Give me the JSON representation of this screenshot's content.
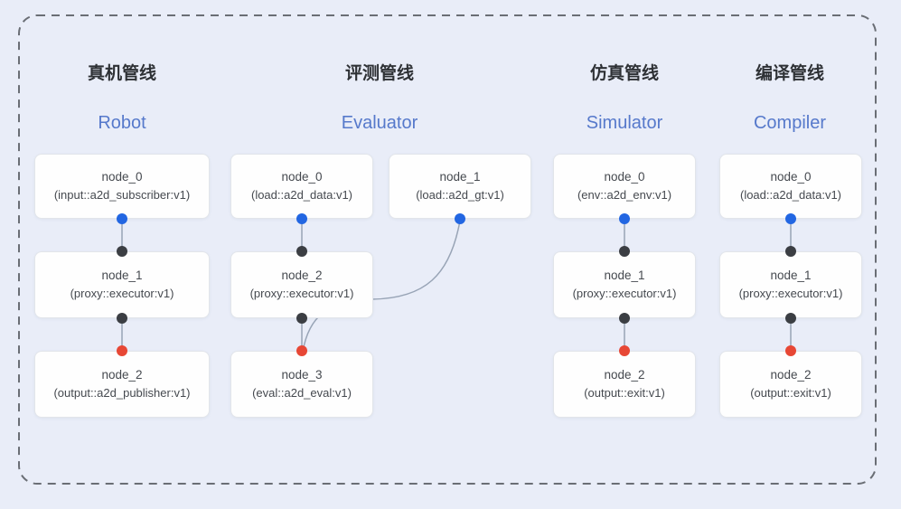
{
  "colors": {
    "canvas_bg": "#e9edf8",
    "dash": "#6a6e75",
    "node_bg": "#fefefe",
    "node_border": "#e2e5ea",
    "node_text": "#45494f",
    "edge": "#98a4b6",
    "blue_dot": "#2266e2",
    "dark_dot": "#3b3e43",
    "red_dot": "#e74735",
    "title_zh": "#2e3135",
    "title_en": "#5679cb"
  },
  "pipelines": [
    {
      "id": "robot",
      "title_zh": "真机管线",
      "title_en": "Robot",
      "nodes": [
        {
          "title": "node_0",
          "subtitle": "(input::a2d_subscriber:v1)"
        },
        {
          "title": "node_1",
          "subtitle": "(proxy::executor:v1)"
        },
        {
          "title": "node_2",
          "subtitle": "(output::a2d_publisher:v1)"
        }
      ]
    },
    {
      "id": "evaluator",
      "title_zh": "评测管线",
      "title_en": "Evaluator",
      "nodes": [
        {
          "title": "node_0",
          "subtitle": "(load::a2d_data:v1)"
        },
        {
          "title": "node_1",
          "subtitle": "(load::a2d_gt:v1)"
        },
        {
          "title": "node_2",
          "subtitle": "(proxy::executor:v1)"
        },
        {
          "title": "node_3",
          "subtitle": "(eval::a2d_eval:v1)"
        }
      ]
    },
    {
      "id": "simulator",
      "title_zh": "仿真管线",
      "title_en": "Simulator",
      "nodes": [
        {
          "title": "node_0",
          "subtitle": "(env::a2d_env:v1)"
        },
        {
          "title": "node_1",
          "subtitle": "(proxy::executor:v1)"
        },
        {
          "title": "node_2",
          "subtitle": "(output::exit:v1)"
        }
      ]
    },
    {
      "id": "compiler",
      "title_zh": "编译管线",
      "title_en": "Compiler",
      "nodes": [
        {
          "title": "node_0",
          "subtitle": "(load::a2d_data:v1)"
        },
        {
          "title": "node_1",
          "subtitle": "(proxy::executor:v1)"
        },
        {
          "title": "node_2",
          "subtitle": "(output::exit:v1)"
        }
      ]
    }
  ]
}
